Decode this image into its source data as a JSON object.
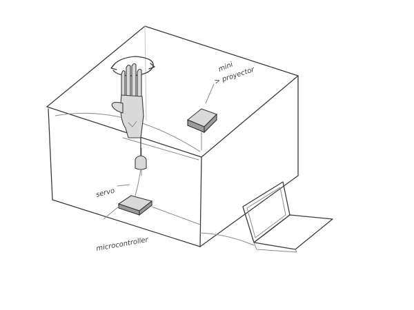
{
  "labels": {
    "projector": "mini\n> proyector",
    "servo": "servo",
    "microcontroller": "microcontroller"
  }
}
